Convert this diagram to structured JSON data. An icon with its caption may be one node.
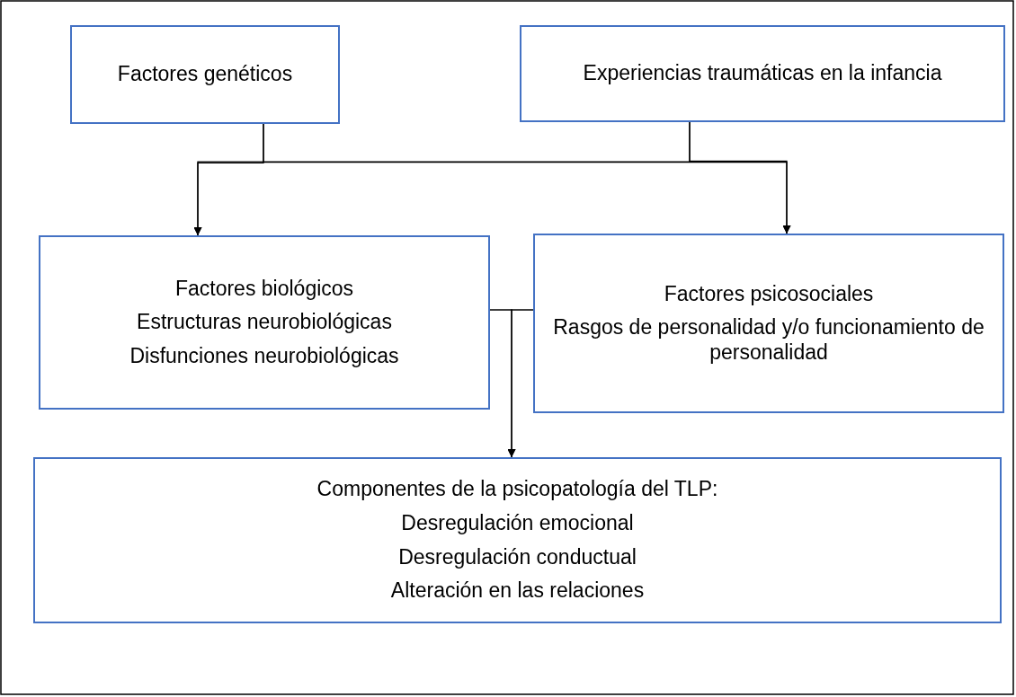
{
  "diagram": {
    "nodes": [
      {
        "text": [
          "Factores genéticos"
        ]
      },
      {
        "text": [
          "Experiencias traumáticas en la infancia"
        ]
      },
      {
        "text": [
          "Factores biológicos",
          "Estructuras neurobiológicas",
          "Disfunciones neurobiológicas"
        ]
      },
      {
        "text": [
          "Factores psicosociales",
          "Rasgos de personalidad y/o funcionamiento de personalidad"
        ]
      },
      {
        "text": [
          "Componentes de la psicopatología del TLP:",
          "Desregulación emocional",
          "Desregulación conductual",
          "Alteración en las relaciones"
        ]
      }
    ],
    "edges": [
      {
        "from": 0,
        "to": 2,
        "arrow": "to"
      },
      {
        "from": 0,
        "to": 3,
        "arrow": "to"
      },
      {
        "from": 1,
        "to": 2,
        "arrow": "to"
      },
      {
        "from": 1,
        "to": 3,
        "arrow": "to"
      },
      {
        "from": 2,
        "to": 4,
        "arrow": "to"
      },
      {
        "from": 3,
        "to": 4,
        "arrow": "to"
      }
    ]
  }
}
